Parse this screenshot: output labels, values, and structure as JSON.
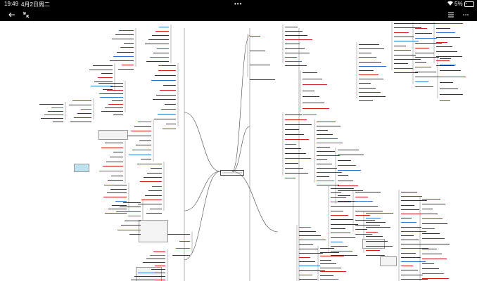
{
  "statusbar": {
    "time": "19:49",
    "date": "4月2日周二",
    "more_dots": "•••",
    "battery_pct": "5%"
  },
  "toolbar": {
    "back_icon": "back-arrow-icon",
    "collapse_icon": "collapse-icon",
    "outline_icon": "outline-list-icon",
    "more_icon": "more-icon"
  },
  "mindmap": {
    "root_label": "▭▭▭▭▭▭▭▭▭▭"
  },
  "colors": {
    "accent_red": "#d41a1a",
    "accent_blue": "#2c6fd6",
    "bar_bg": "#000000"
  }
}
